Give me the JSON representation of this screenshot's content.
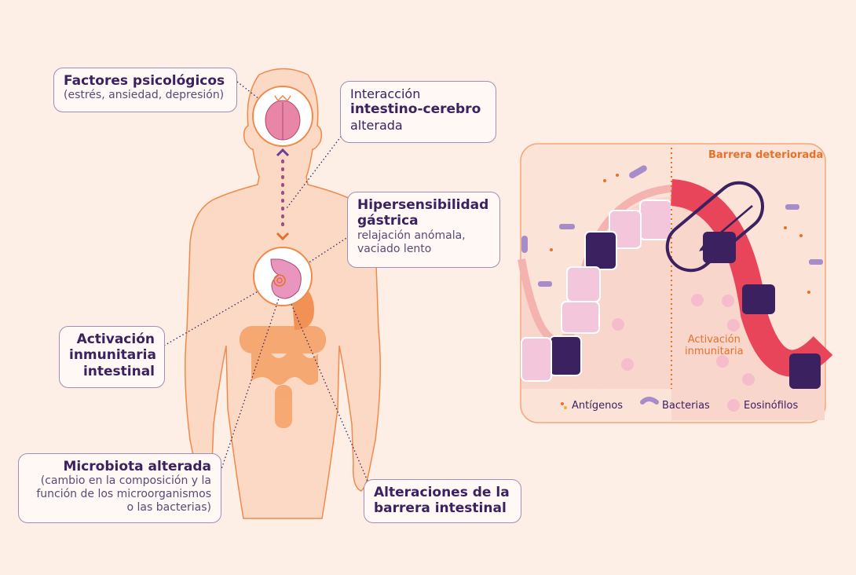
{
  "labels": {
    "psychological": {
      "title": "Factores psicológicos",
      "detail": "(estrés, ansiedad, depresión)"
    },
    "gut_brain": {
      "line1": "Interacción",
      "line2": "intestino-cerebro",
      "line3": "alterada"
    },
    "gastric": {
      "title1": "Hipersensibilidad",
      "title2": "gástrica",
      "detail1": "relajación anómala,",
      "detail2": "vaciado lento"
    },
    "immune": {
      "line1": "Activación",
      "line2": "inmunitaria",
      "line3": "intestinal"
    },
    "microbiota": {
      "title": "Microbiota alterada",
      "detail1": "(cambio en la composición y la",
      "detail2": "función de los microorganismos",
      "detail3": "o las bacterias)"
    },
    "barrier": {
      "line1": "Alteraciones de la",
      "line2": "barrera intestinal"
    }
  },
  "panel": {
    "damaged_barrier": "Barrera deteriorada",
    "immune_activation1": "Activación",
    "immune_activation2": "inmunitaria",
    "legend": [
      {
        "icon": "antigen-icon",
        "label": "Antígenos"
      },
      {
        "icon": "bacteria-icon",
        "label": "Bacterias"
      },
      {
        "icon": "eosinophil-icon",
        "label": "Eosinófilos"
      }
    ]
  },
  "colors": {
    "background": "#fdeee6",
    "body": "#fcd9c4",
    "outline": "#f08a4b",
    "text": "#3b2160",
    "accent": "#e8702a"
  }
}
